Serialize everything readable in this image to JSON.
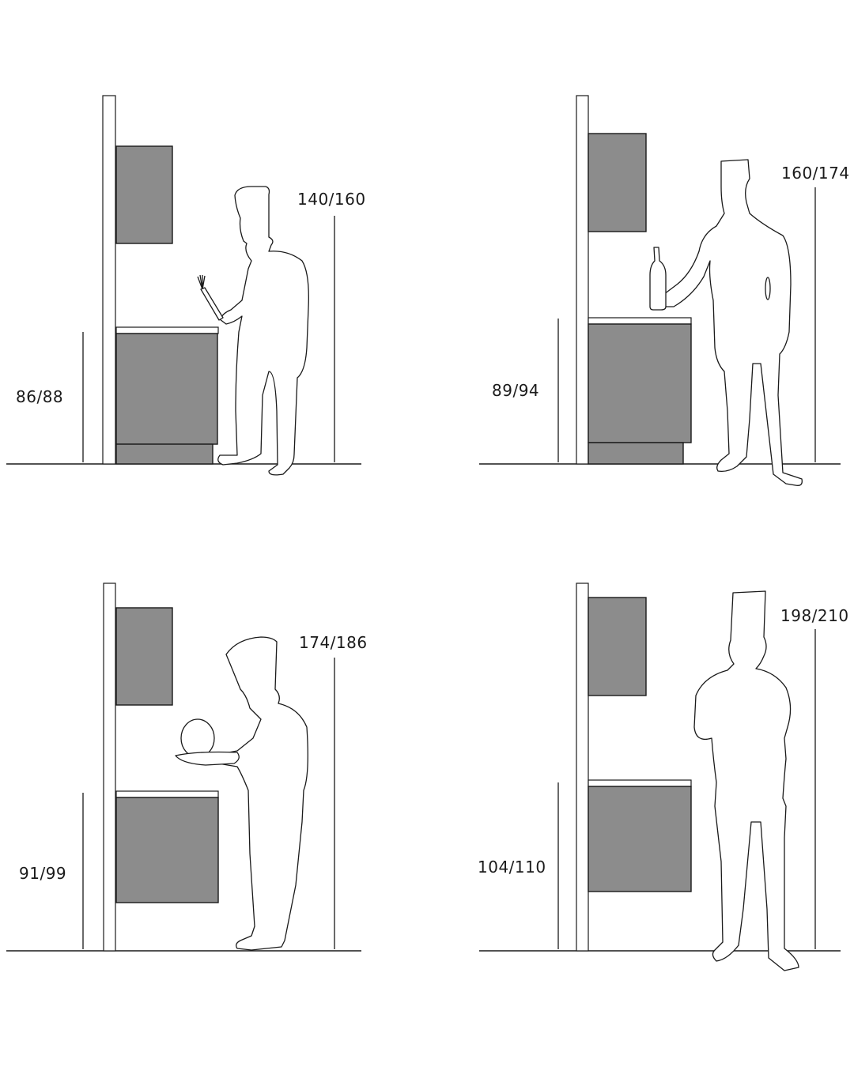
{
  "panels": [
    {
      "id": "top-left",
      "counter_height": "86/88",
      "reach_height": "140/160",
      "prop": "fork-icon"
    },
    {
      "id": "top-right",
      "counter_height": "89/94",
      "reach_height": "160/174",
      "prop": "bottle-icon"
    },
    {
      "id": "bottom-left",
      "counter_height": "91/99",
      "reach_height": "174/186",
      "prop": "plate-icon"
    },
    {
      "id": "bottom-right",
      "counter_height": "104/110",
      "reach_height": "198/210",
      "prop": ""
    }
  ],
  "colors": {
    "cabinet": "#8c8c8c",
    "stroke": "#1a1a1a",
    "background": "#ffffff"
  }
}
